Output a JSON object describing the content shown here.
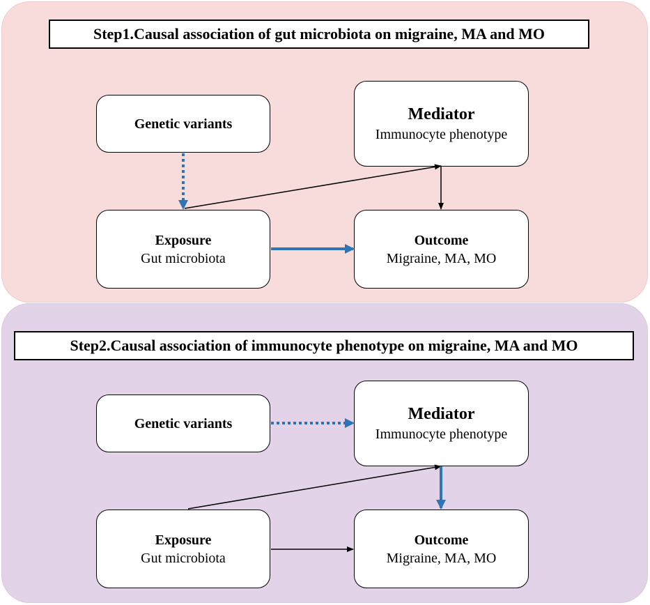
{
  "step1": {
    "title": "Step1.Causal association of gut microbiota on migraine, MA and MO",
    "genetic": {
      "label": "Genetic variants"
    },
    "mediator": {
      "label": "Mediator",
      "sub": "Immunocyte phenotype"
    },
    "exposure": {
      "label": "Exposure",
      "sub": "Gut microbiota"
    },
    "outcome": {
      "label": "Outcome",
      "sub": "Migraine, MA, MO"
    }
  },
  "step2": {
    "title": "Step2.Causal association of immunocyte phenotype on migraine, MA and MO",
    "genetic": {
      "label": "Genetic variants"
    },
    "mediator": {
      "label": "Mediator",
      "sub": "Immunocyte phenotype"
    },
    "exposure": {
      "label": "Exposure",
      "sub": "Gut microbiota"
    },
    "outcome": {
      "label": "Outcome",
      "sub": "Migraine, MA, MO"
    }
  },
  "colors": {
    "panel1": "#f8dcdc",
    "panel2": "#e3d3e8",
    "blue_arrow": "#2e75b6",
    "black_arrow": "#000000"
  }
}
